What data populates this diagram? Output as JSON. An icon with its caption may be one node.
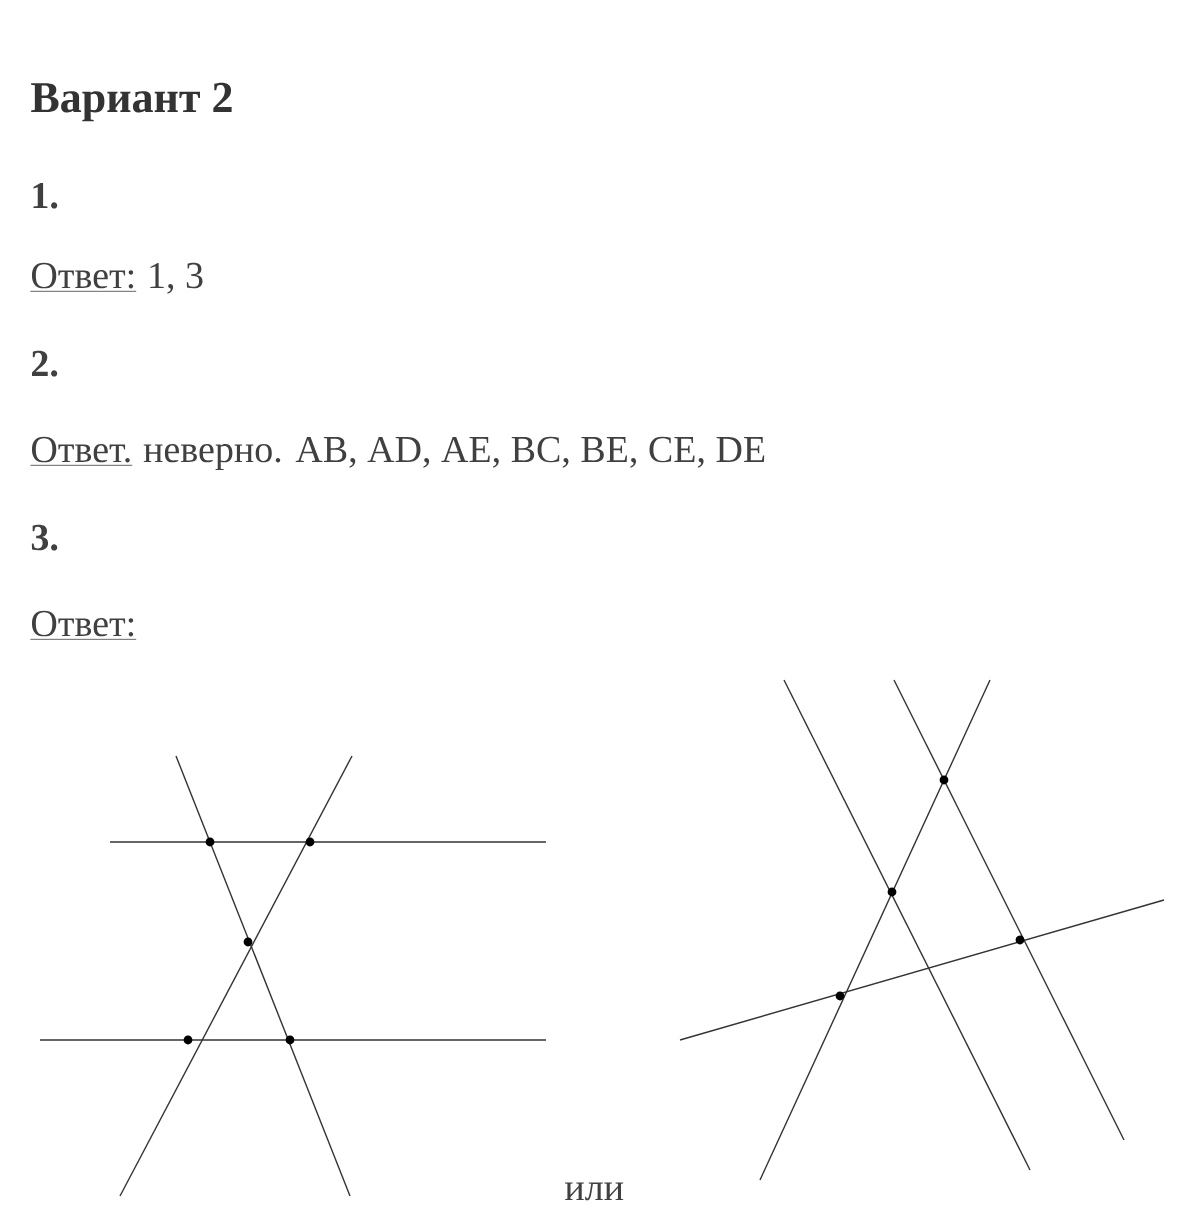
{
  "diagram": {
    "title": "Вариант 2",
    "labels": [
      "1.",
      "Ответ:",
      "1, 3",
      "2.",
      "Ответ.",
      "неверно. AB, AD, AE, BC, BE, CE, DE",
      "3.",
      "Ответ:",
      "или"
    ]
  }
}
